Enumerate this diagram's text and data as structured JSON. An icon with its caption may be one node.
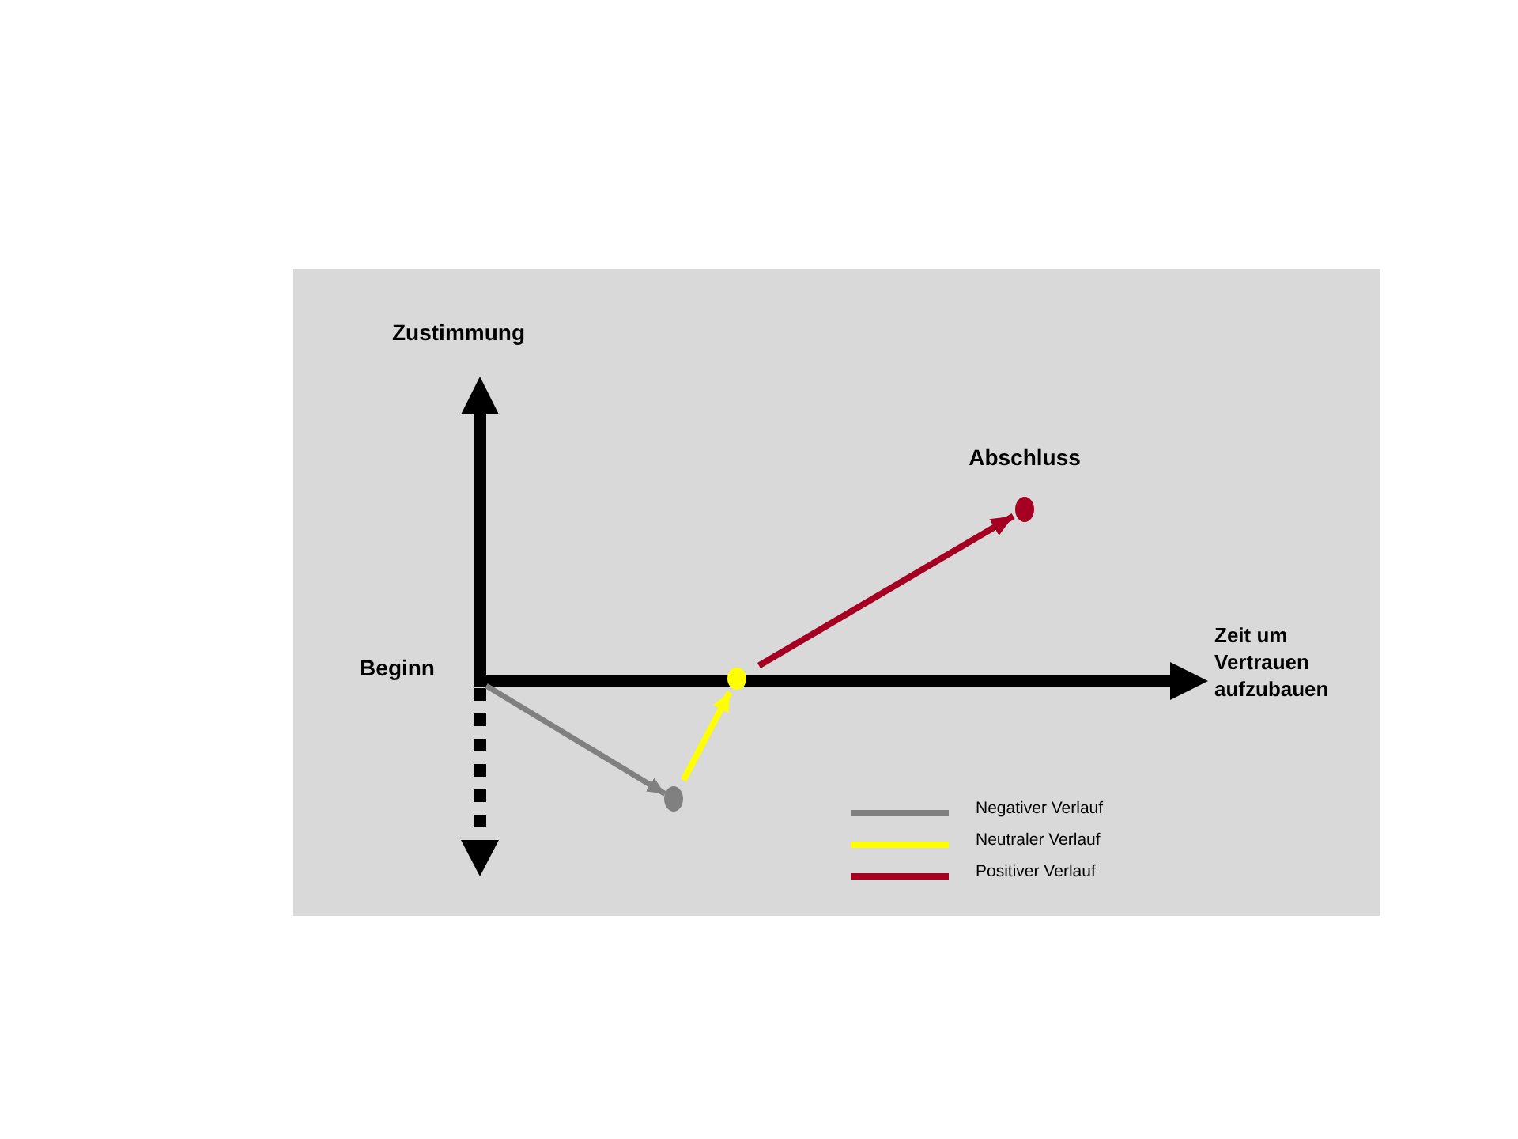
{
  "diagram": {
    "nodes": [
      {
        "text": [],
        "shape": "circle"
      },
      {
        "text": [],
        "shape": "circle"
      },
      {
        "text": [],
        "shape": "circle",
        "beside": [
          "Abschluss"
        ]
      }
    ],
    "edges": [
      {
        "from": null,
        "to": 0,
        "arrow": "to",
        "color": "#808080"
      },
      {
        "from": 0,
        "to": 1,
        "arrow": "to",
        "color": "#ffff00"
      },
      {
        "from": 1,
        "to": 2,
        "arrow": "to",
        "color": "#a50021"
      }
    ],
    "labels": [
      "Zustimmung",
      "Beginn",
      "Zeit um Vertrauen aufzubauen"
    ],
    "legend": [
      {
        "text": "Negativer Verlauf",
        "color": "#808080"
      },
      {
        "text": "Neutraler Verlauf",
        "color": "#ffff00"
      },
      {
        "text": "Positiver Verlauf",
        "color": "#a50021"
      }
    ]
  }
}
